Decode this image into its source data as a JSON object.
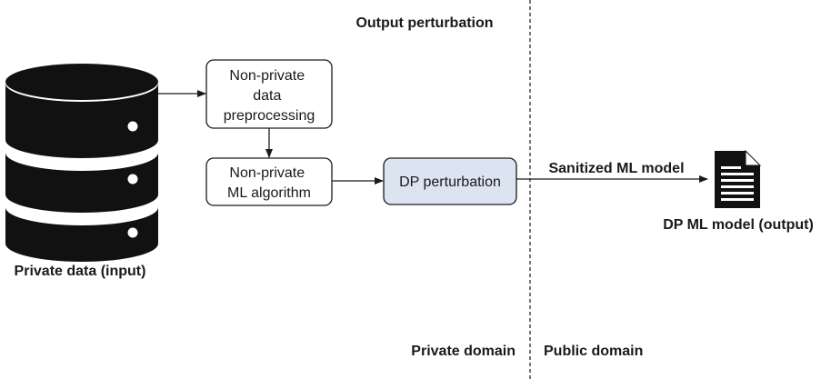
{
  "header": {
    "title": "Output perturbation"
  },
  "nodes": {
    "database_label": "Private data (input)",
    "preprocessing": [
      "Non-private",
      "data",
      "preprocessing"
    ],
    "ml_algorithm": [
      "Non-private",
      "ML algorithm"
    ],
    "dp_perturbation": "DP perturbation",
    "output_label": "DP ML model (output)"
  },
  "edges": {
    "sanitized_label": "Sanitized ML model"
  },
  "domains": {
    "private": "Private domain",
    "public": "Public domain"
  },
  "colors": {
    "dp_box_fill": "#dce4f2",
    "stroke": "#1a1a1a",
    "database_fill": "#111111",
    "database_band": "#ffffff"
  },
  "icons": {
    "database": "database-icon",
    "document": "document-icon"
  }
}
